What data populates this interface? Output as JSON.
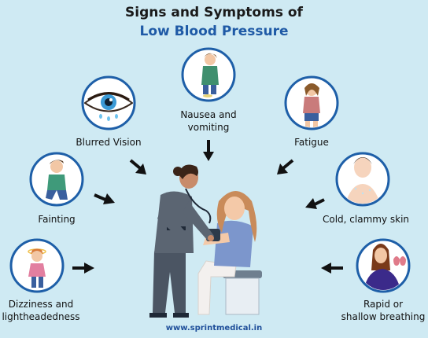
{
  "header": {
    "title_line1": "Signs and Symptoms of",
    "title_line2": "Low Blood Pressure"
  },
  "symptoms": [
    {
      "id": "blurred-vision",
      "label": "Blurred Vision"
    },
    {
      "id": "nausea",
      "label": "Nausea and vomiting"
    },
    {
      "id": "fatigue",
      "label": "Fatigue"
    },
    {
      "id": "fainting",
      "label": "Fainting"
    },
    {
      "id": "cold-skin",
      "label": "Cold, clammy skin"
    },
    {
      "id": "dizziness",
      "label_line1": "Dizziness and",
      "label_line2": "lightheadedness"
    },
    {
      "id": "rapid-breathing",
      "label_line1": "Rapid or",
      "label_line2": "shallow breathing"
    }
  ],
  "nausea_lines": [
    "Nausea and",
    "vomiting"
  ],
  "footer": {
    "website": "www.sprintmedical.in"
  },
  "colors": {
    "background": "#cfeaf3",
    "circle_ring": "#1e5fa8",
    "title_accent": "#1f5aa6",
    "arrow": "#111111"
  }
}
